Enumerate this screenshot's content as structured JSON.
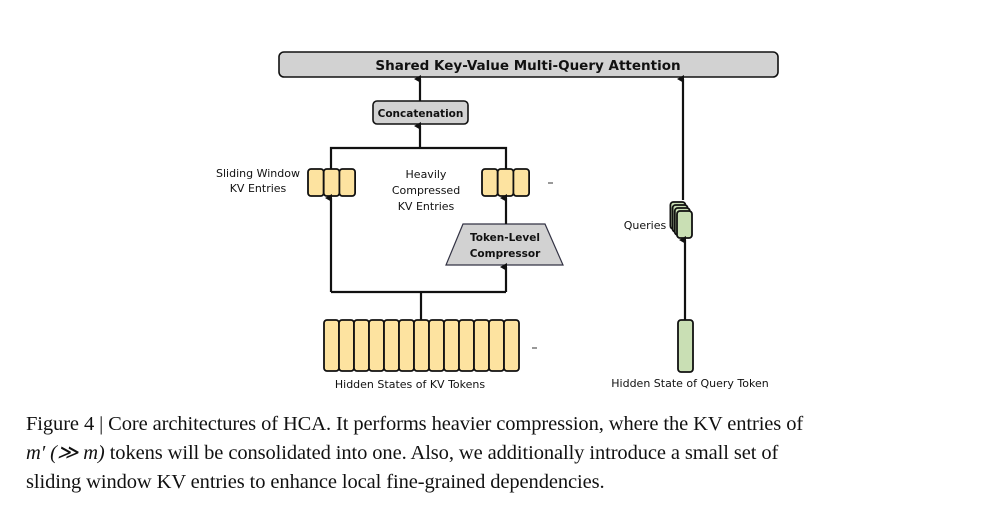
{
  "diagram": {
    "attention_box": "Shared Key-Value Multi-Query Attention",
    "concat_box": "Concatenation",
    "sliding_window_label": [
      "Sliding Window",
      "KV Entries"
    ],
    "compressed_label": [
      "Heavily",
      "Compressed",
      "KV Entries"
    ],
    "compressor_label": [
      "Token-Level",
      "Compressor"
    ],
    "queries_label": "Queries",
    "kv_tokens_label": "Hidden States of KV Tokens",
    "query_token_label": "Hidden State of Query Token",
    "sliding_window_cells": 3,
    "compressed_cells": 3,
    "kv_token_cells": 13,
    "query_cards": 4,
    "colors": {
      "kv_fill": "#fde3a0",
      "query_fill": "#c9dfb4",
      "box_fill": "#d2d2d2",
      "stroke": "#111111"
    }
  },
  "caption": {
    "line1": "Figure 4 | Core architectures of HCA. It performs heavier compression, where the KV entries of",
    "line2_math": "m′ (≫ m)",
    "line2_rest": " tokens will be consolidated into one. Also, we additionally introduce a small set of",
    "line3": "sliding window KV entries to enhance local fine-grained dependencies."
  }
}
